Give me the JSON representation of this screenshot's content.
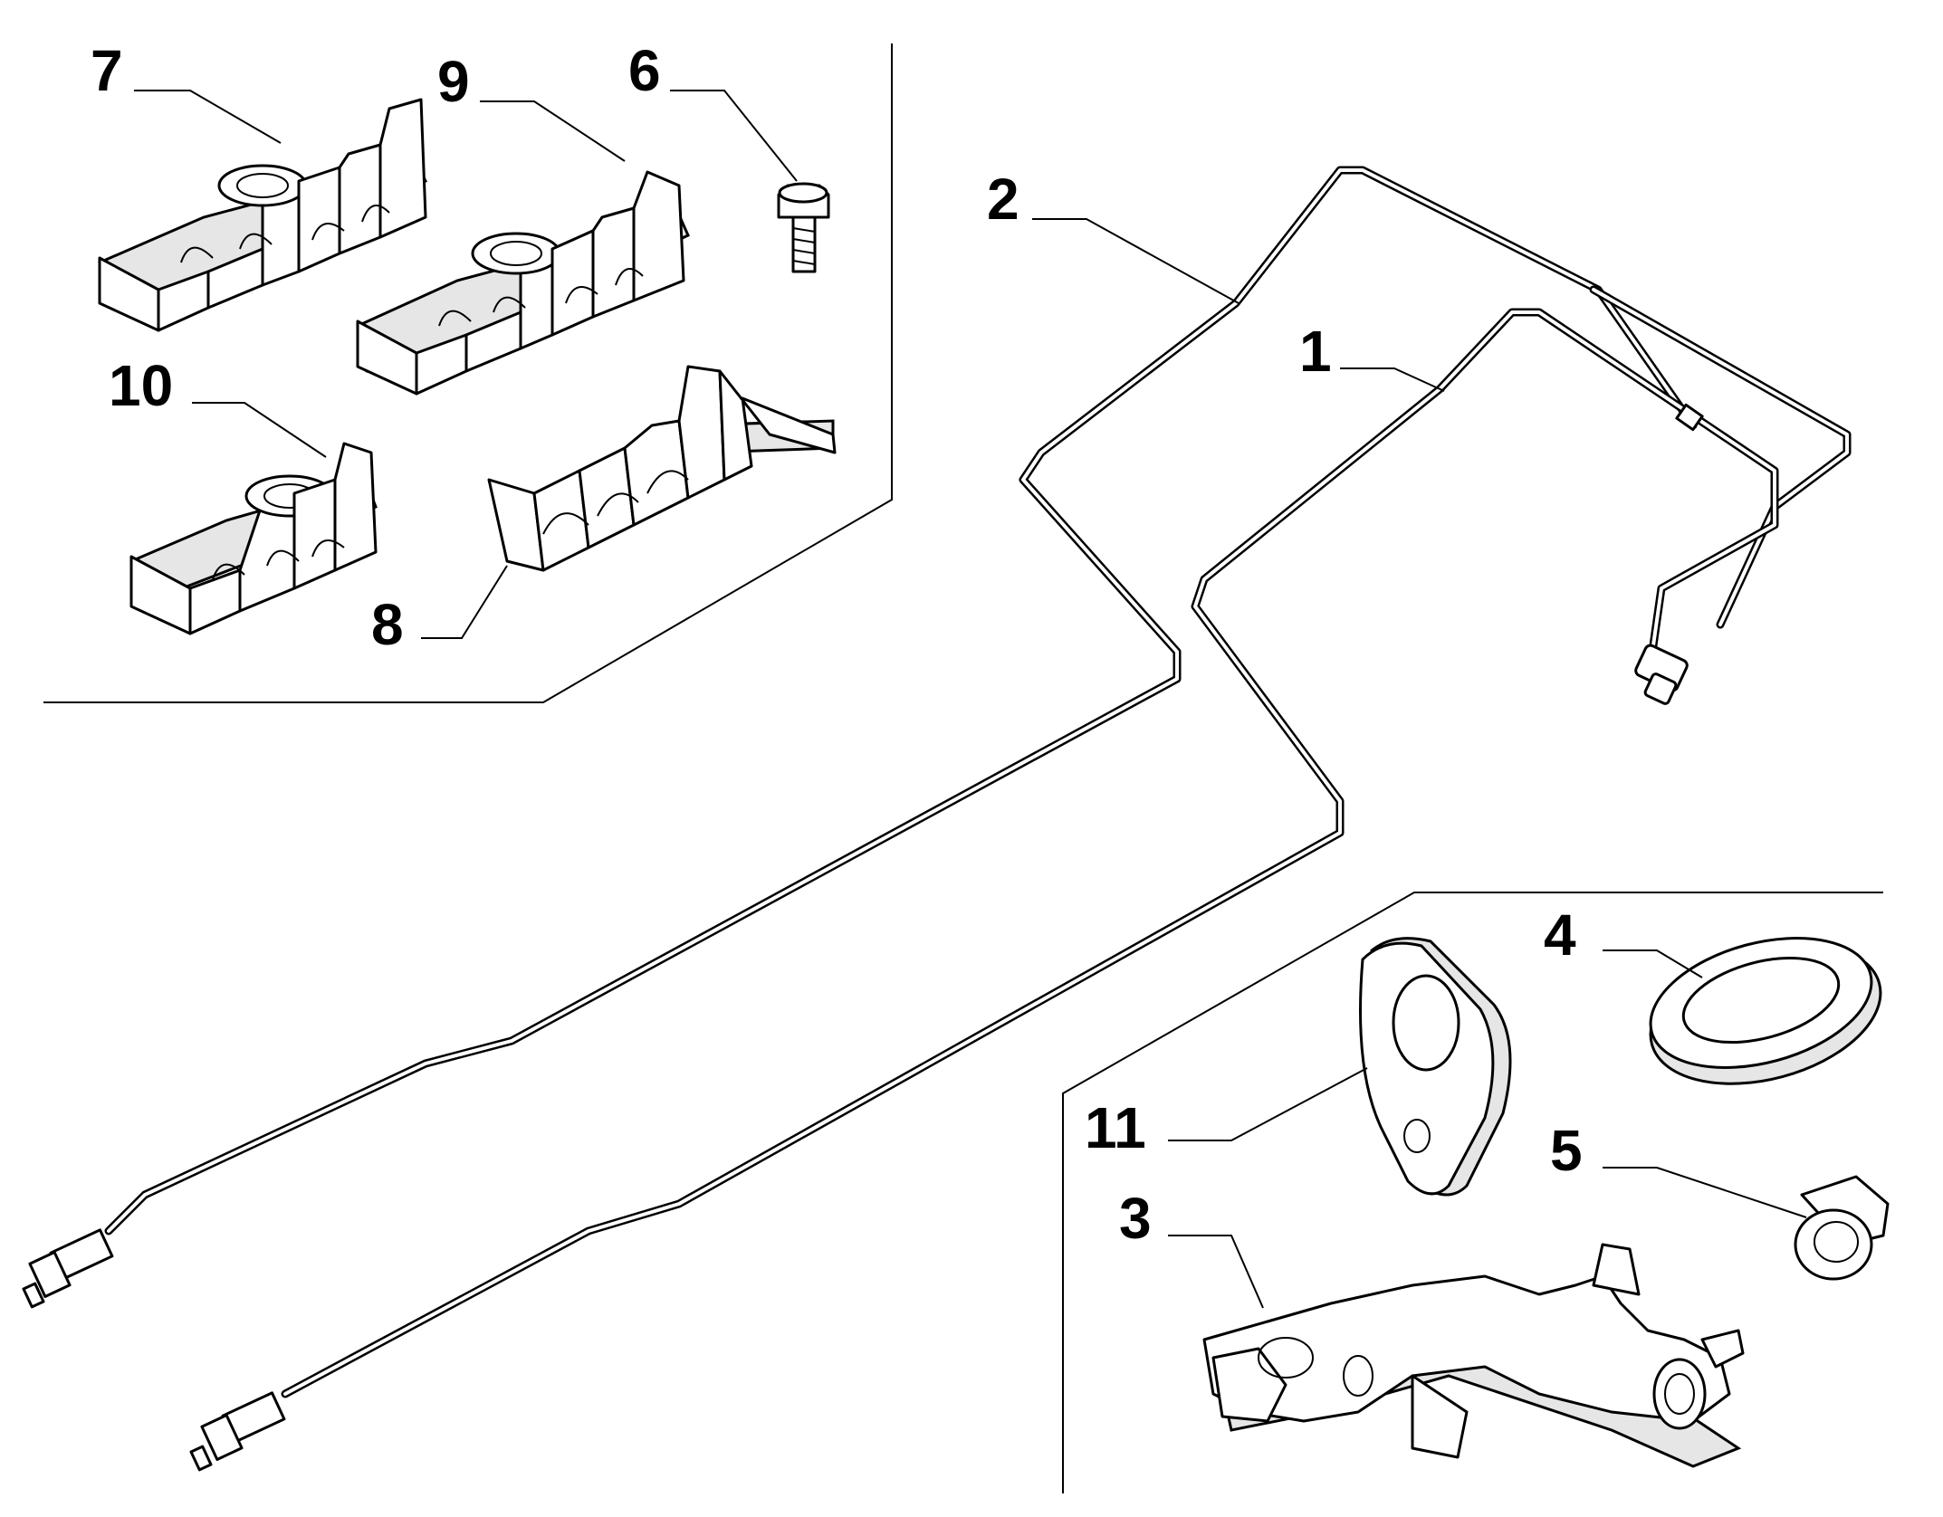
{
  "callouts": {
    "c1": "1",
    "c2": "2",
    "c3": "3",
    "c4": "4",
    "c5": "5",
    "c6": "6",
    "c7": "7",
    "c8": "8",
    "c9": "9",
    "c10": "10",
    "c11": "11"
  },
  "colors": {
    "line": "#000000",
    "background": "#ffffff",
    "part_fill": "#ffffff",
    "part_shade": "#e6e6e6"
  }
}
